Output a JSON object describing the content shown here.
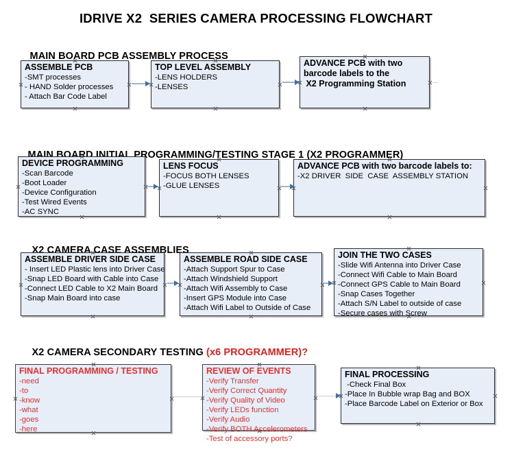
{
  "title": "IDRIVE X2  SERIES CAMERA PROCESSING FLOWCHART",
  "sections": [
    {
      "id": "main-board-pcb-assembly-process",
      "heading": "MAIN BOARD PCB ASSEMBLY PROCESS",
      "heading_red": "",
      "nodes": [
        {
          "id": "assemble-pcb",
          "title": "ASSEMBLE PCB",
          "lines": [
            "-SMT processes",
            "- HAND Solder processes",
            "- Attach Bar Code Label"
          ],
          "color": "blue"
        },
        {
          "id": "top-level-assembly",
          "title": "TOP LEVEL ASSEMBLY",
          "lines": [
            "-LENS HOLDERS",
            "-LENSES"
          ],
          "color": "blue"
        },
        {
          "id": "advance-pcb-to-x2-programming-station",
          "title": "ADVANCE PCB with two",
          "lines": [
            "barcode labels to the",
            " X2 Programming Station"
          ],
          "color": "blue"
        }
      ]
    },
    {
      "id": "main-board-initial-programming",
      "heading": "MAIN BOARD INITIAL PROGRAMMING/TESTING STAGE 1 (X2 PROGRAMMER)",
      "heading_red": "",
      "nodes": [
        {
          "id": "device-programming",
          "title": "DEVICE PROGRAMMING",
          "lines": [
            "-Scan Barcode",
            "-Boot Loader",
            "-Device Configuration",
            "-Test Wired Events",
            "-AC SYNC"
          ],
          "color": "blue"
        },
        {
          "id": "lens-focus",
          "title": "LENS FOCUS",
          "lines": [
            "-FOCUS BOTH LENSES",
            "-GLUE LENSES"
          ],
          "color": "blue"
        },
        {
          "id": "advance-pcb-to-driver-side-case-assembly",
          "title": "ADVANCE PCB with two barcode labels to:",
          "lines": [
            "-X2 DRIVER  SIDE  CASE  ASSEMBLY STATION"
          ],
          "color": "blue"
        }
      ]
    },
    {
      "id": "x2-camera-case-assemblies",
      "heading": "X2 CAMERA CASE ASSEMBLIES",
      "heading_red": "",
      "nodes": [
        {
          "id": "assemble-driver-side-case",
          "title": "ASSEMBLE DRIVER SIDE CASE",
          "lines": [
            "- Insert LED Plastic lens into Driver Case",
            "-Snap LED Board with Cable into Case",
            "-Connect LED Cable to X2 Main Board",
            "-Snap Main Board into case"
          ],
          "color": "blue"
        },
        {
          "id": "assemble-road-side-case",
          "title": "ASSEMBLE ROAD SIDE CASE",
          "lines": [
            "-Attach Support Spur to Case",
            "-Attach Windshield Support",
            "-Attach Wifi Assembly to Case",
            "-Insert GPS Module into Case",
            "-Attach Wifi Label to Outside of Case"
          ],
          "color": "blue"
        },
        {
          "id": "join-the-two-cases",
          "title": "JOIN THE TWO CASES",
          "lines": [
            "-Slide Wifi Antenna into Driver Case",
            "-Connect Wifi Cable to Main Board",
            "-Connect GPS Cable to Main Board",
            "-Snap Cases Together",
            "-Attach S/N Label to outside of case",
            "-Secure cases with Screw"
          ],
          "color": "blue"
        }
      ]
    },
    {
      "id": "x2-camera-secondary-testing",
      "heading": "X2 CAMERA SECONDARY TESTING ",
      "heading_red": "(x6 PROGRAMMER)?",
      "nodes": [
        {
          "id": "final-programming-testing",
          "title": "FINAL PROGRAMMING / TESTING",
          "lines": [
            "-need",
            "-to",
            "-know",
            "-what",
            "-goes",
            "-here"
          ],
          "color": "red"
        },
        {
          "id": "review-of-events",
          "title": "REVIEW OF EVENTS",
          "lines": [
            "-Verify Transfer",
            "-Verify Correct Quantity",
            "-Verify Quality of Video",
            "-Verify LEDs function",
            "-Verify Audio",
            "-Verify BOTH Accelerometers",
            "-Test of accessory ports?"
          ],
          "color": "red"
        },
        {
          "id": "final-processing",
          "title": "FINAL PROCESSING",
          "lines": [
            " -Check Final Box",
            "-Place In Bubble wrap Bag and BOX",
            "-Place Barcode Label on Exterior or Box"
          ],
          "color": "blue"
        }
      ]
    }
  ],
  "colors": {
    "box_fill": "#e8eef7",
    "box_border": "#2b2b2b",
    "red_text": "#e03232",
    "arrow_line": "#9db4cc",
    "arrow_head": "#3f6fa8"
  }
}
